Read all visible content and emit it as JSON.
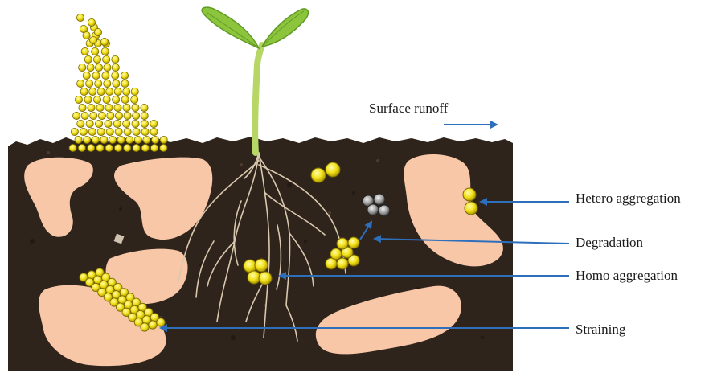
{
  "labels": {
    "surface_runoff": "Surface runoff",
    "hetero_aggregation": "Hetero aggregation",
    "degradation": "Degradation",
    "homo_aggregation": "Homo aggregation",
    "straining": "Straining"
  },
  "colors": {
    "soil": "#2f241c",
    "soil_dark": "#1f1712",
    "soil_particle": "#f7c7a8",
    "nanoparticle": "#f2e21a",
    "nanoparticle_edge": "#7a6a00",
    "arrow": "#2d6fba",
    "root": "#d9c8ad",
    "stem": "#b6d766",
    "leaf": "#8cc43c",
    "leaf_dark": "#5f9a26"
  }
}
